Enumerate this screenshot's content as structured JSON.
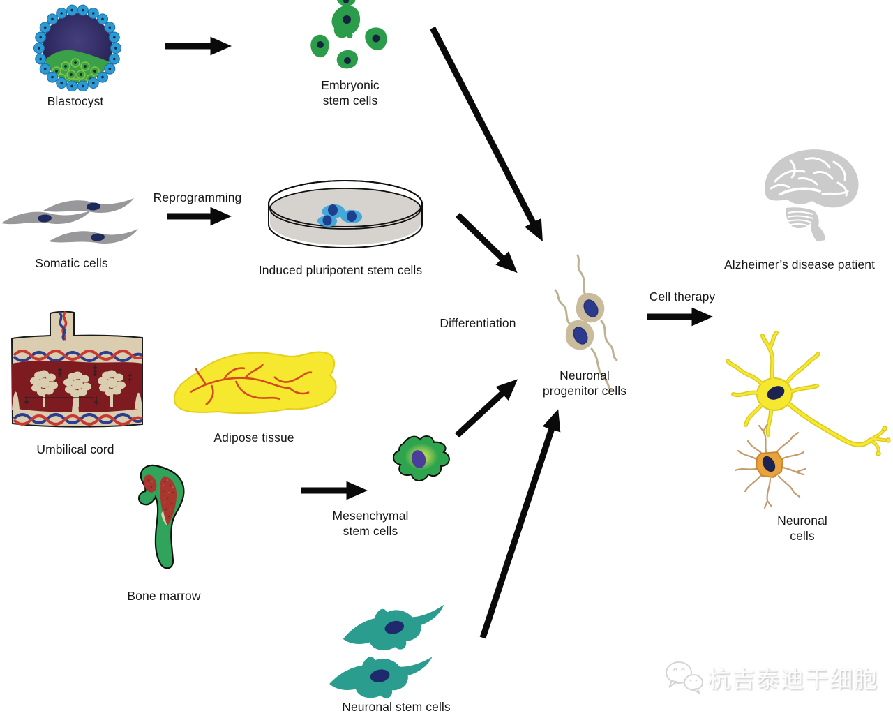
{
  "nodes": {
    "blastocyst": "Blastocyst",
    "embryonic_stem_cells": "Embryonic\nstem cells",
    "somatic_cells": "Somatic cells",
    "induced_pluripotent_stem_cells": "Induced pluripotent stem cells",
    "umbilical_cord": "Umbilical cord",
    "adipose_tissue": "Adipose tissue",
    "bone_marrow": "Bone marrow",
    "mesenchymal_stem_cells": "Mesenchymal\nstem cells",
    "neuronal_stem_cells": "Neuronal stem cells",
    "neuronal_progenitor_cells": "Neuronal\nprogenitor cells",
    "neuronal_cells": "Neuronal\ncells",
    "alzheimers_patient": "Alzheimer’s disease patient"
  },
  "edge_labels": {
    "reprogramming": "Reprogramming",
    "differentiation": "Differentiation",
    "cell_therapy": "Cell therapy"
  },
  "edges": [
    {
      "from": "Blastocyst",
      "to": "Embryonic stem cells"
    },
    {
      "from": "Somatic cells",
      "to": "Induced pluripotent stem cells",
      "label": "Reprogramming"
    },
    {
      "from": "Embryonic stem cells",
      "to": "Neuronal progenitor cells",
      "label": "Differentiation"
    },
    {
      "from": "Induced pluripotent stem cells",
      "to": "Neuronal progenitor cells",
      "label": "Differentiation"
    },
    {
      "from": "Bone marrow",
      "to": "Mesenchymal stem cells"
    },
    {
      "from": "Mesenchymal stem cells",
      "to": "Neuronal progenitor cells",
      "label": "Differentiation"
    },
    {
      "from": "Neuronal stem cells",
      "to": "Neuronal progenitor cells",
      "label": "Differentiation"
    },
    {
      "from": "Neuronal progenitor cells",
      "to": "Alzheimer’s disease patient",
      "label": "Cell therapy"
    }
  ],
  "watermark": {
    "icon": "wechat-icon",
    "text": "杭吉泰迪干细胞"
  },
  "colors": {
    "arrow": "#0a0a0a",
    "label_text": "#161616",
    "blastocyst_ring_blue": "#2d99d5",
    "blastocyst_inner_purple": "#332d66",
    "embryonic_green": "#2b9c49",
    "somatic_gray": "#98989a",
    "ipsc_cell_blue": "#45a8d8",
    "petri_liquid_gray": "#d6d3ce",
    "umbilical_tan": "#dacdb0",
    "umbilical_dark_red": "#7e1b20",
    "vessel_red": "#c63a32",
    "vessel_blue": "#2e3e8e",
    "adipose_yellow": "#f6e72f",
    "adipose_vessel_orange": "#d44a1e",
    "bone_green": "#2fa45a",
    "marrow_red": "#a8382f",
    "msc_green": "#2fa44e",
    "nsc_teal": "#2a9d8f",
    "npc_tan": "#c9bc9c",
    "nucleus_navy": "#1e2a6c",
    "brain_gray": "#cbcbcb",
    "neuron_yellow": "#f6e72f",
    "neuron_orange": "#e9a23c",
    "dendrite_tan": "#c49b6c"
  }
}
